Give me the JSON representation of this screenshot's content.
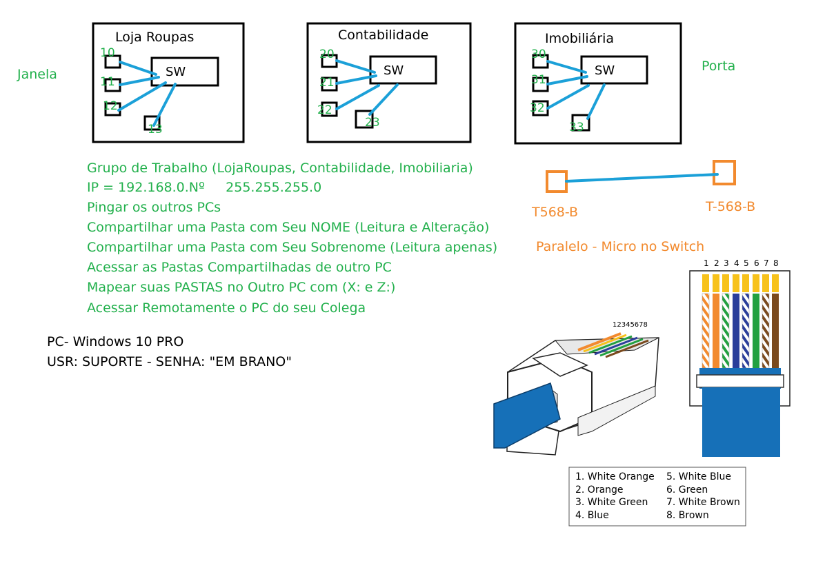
{
  "labels": {
    "janela": "Janela",
    "porta": "Porta"
  },
  "rooms": [
    {
      "name": "Loja Roupas",
      "switch_label": "SW",
      "ports": [
        "10",
        "11",
        "12",
        "13"
      ]
    },
    {
      "name": "Contabilidade",
      "switch_label": "SW",
      "ports": [
        "20",
        "21",
        "22",
        "23"
      ]
    },
    {
      "name": "Imobiliária",
      "switch_label": "SW",
      "ports": [
        "30",
        "31",
        "32",
        "33"
      ]
    }
  ],
  "instructions": [
    "Grupo de Trabalho (LojaRoupas, Contabilidade, Imobiliaria)",
    "IP = 192.168.0.Nº     255.255.255.0",
    "Pingar os outros PCs",
    "Compartilhar uma Pasta com Seu NOME (Leitura e Alteração)",
    "Compartilhar uma Pasta com Seu Sobrenome (Leitura apenas)",
    "Acessar as Pastas Compartilhadas de outro PC",
    "Mapear suas PASTAS no Outro PC com (X: e Z:)",
    "Acessar Remotamente o PC do seu Colega"
  ],
  "credentials": {
    "pc": "PC- Windows 10 PRO",
    "user": "USR: SUPORTE - SENHA: \"EM BRANO\""
  },
  "cable": {
    "left_end": "T568-B",
    "right_end": "T-568-B",
    "type": "Paralelo - Micro no Switch"
  },
  "connector": {
    "pin_numbers": [
      "1",
      "2",
      "3",
      "4",
      "5",
      "6",
      "7",
      "8"
    ],
    "small_pin_numbers": "12345678",
    "colors": {
      "orange": "#f28a2e",
      "green": "#22a040",
      "blue": "#2a3e9a",
      "brown": "#7a4a1e",
      "gold": "#f7c21b",
      "cable_blue": "#1670b8",
      "label_green": "#22b04c",
      "label_orange": "#f28a2e",
      "line_blue": "#1ba0d8"
    }
  },
  "legend": [
    "1. White Orange",
    "2. Orange",
    "3. White Green",
    "4. Blue",
    "5. White Blue",
    "6. Green",
    "7. White Brown",
    "8. Brown"
  ]
}
